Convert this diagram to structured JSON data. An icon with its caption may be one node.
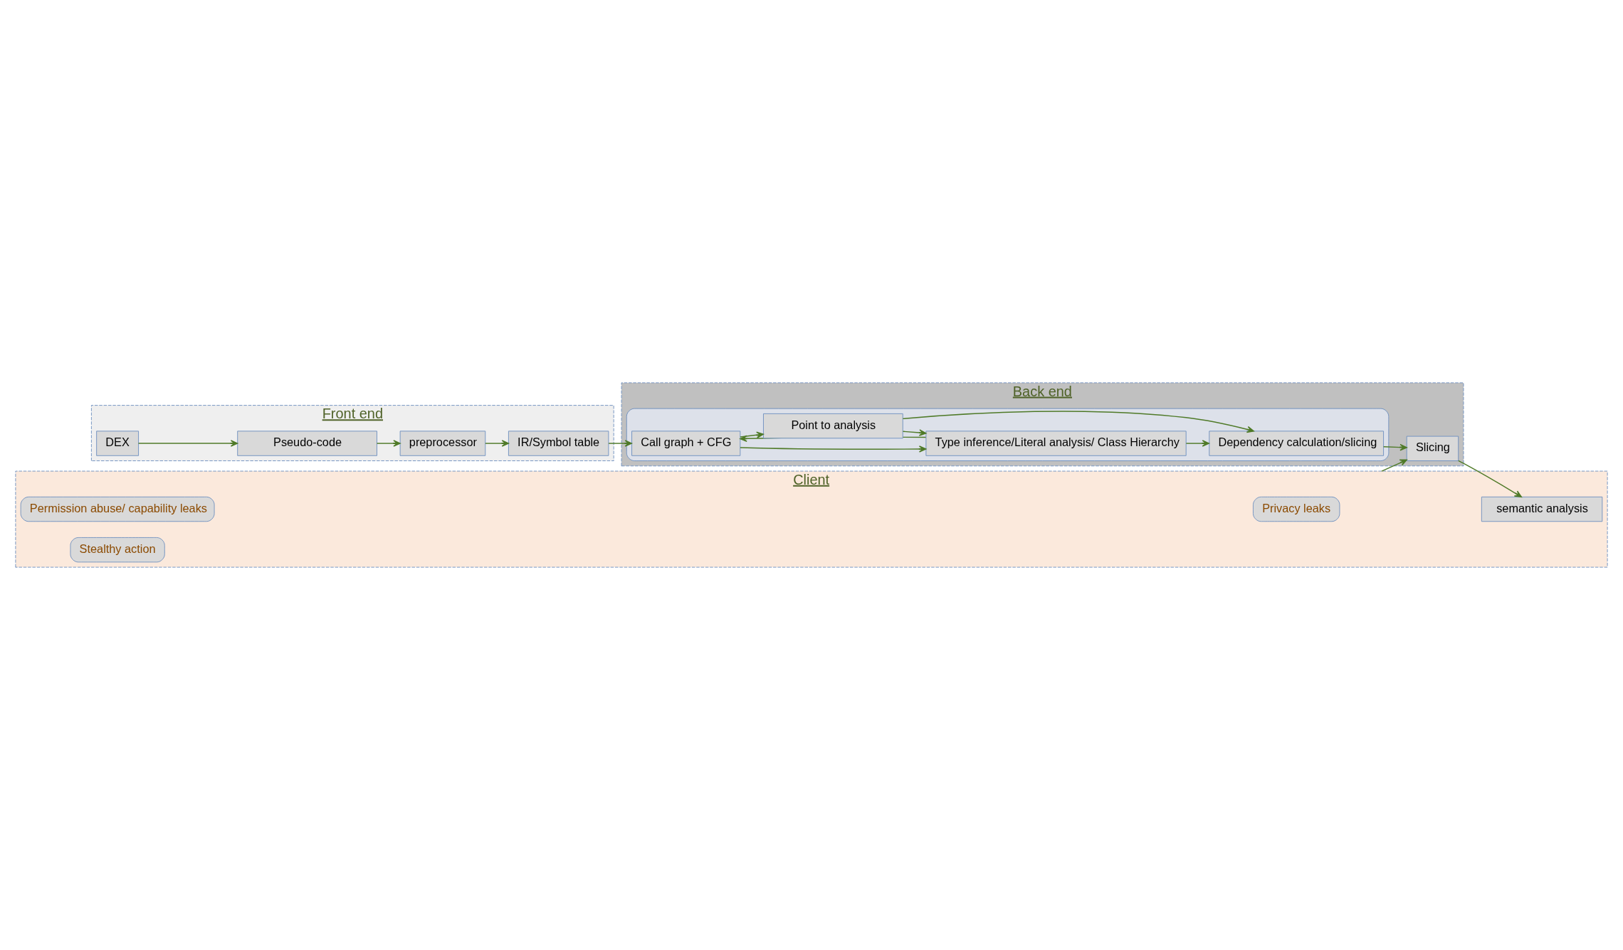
{
  "diagram": {
    "nodes": [
      {
        "text": [
          "Front end"
        ]
      },
      {
        "text": [
          "DEX"
        ],
        "in": 0
      },
      {
        "text": [
          "Pseudo-code"
        ],
        "in": 0
      },
      {
        "text": [
          "preprocessor"
        ],
        "in": 0
      },
      {
        "text": [
          "IR/Symbol table"
        ],
        "in": 0
      },
      {
        "text": [
          "Client"
        ]
      },
      {
        "text": [
          "Privacy leaks"
        ],
        "in": 5
      },
      {
        "text": [
          "semantic analysis"
        ],
        "in": 5
      },
      {
        "text": [
          "Permission abuse/ capability leaks"
        ],
        "in": 5
      },
      {
        "text": [
          "Stealthy action"
        ],
        "in": 5
      },
      {
        "text": [
          "Back end"
        ]
      },
      {
        "text": [
          "Slicing"
        ],
        "in": 10
      },
      {
        "text": [],
        "shape": "box",
        "in": 10
      },
      {
        "text": [
          "Dependency calculation/slicing"
        ],
        "in": 12
      },
      {
        "text": [
          "Type inference/Literal analysis/ Class Hierarchy"
        ],
        "in": 12
      },
      {
        "text": [
          "Call graph + CFG"
        ],
        "in": 12
      },
      {
        "text": [
          "Point to analysis"
        ],
        "in": 12
      }
    ],
    "edges": [
      {
        "from": 1,
        "to": 2,
        "arrow": "to"
      },
      {
        "from": 2,
        "to": 3,
        "arrow": "to"
      },
      {
        "from": 3,
        "to": 4,
        "arrow": "to"
      },
      {
        "from": 4,
        "to": 15,
        "arrow": "to"
      },
      {
        "from": 5,
        "to": 11,
        "arrow": "to"
      },
      {
        "from": 14,
        "to": 15,
        "arrow": "to"
      },
      {
        "from": 15,
        "to": 14,
        "arrow": "to"
      },
      {
        "from": 14,
        "to": 13,
        "arrow": "to"
      },
      {
        "from": 13,
        "to": 11,
        "arrow": "to"
      },
      {
        "from": 11,
        "to": 7,
        "arrow": "to"
      },
      {
        "from": 16,
        "to": 13,
        "arrow": "to"
      },
      {
        "from": 16,
        "to": 14,
        "arrow": "to"
      },
      {
        "from": 15,
        "to": 16,
        "arrow": "to"
      }
    ]
  }
}
